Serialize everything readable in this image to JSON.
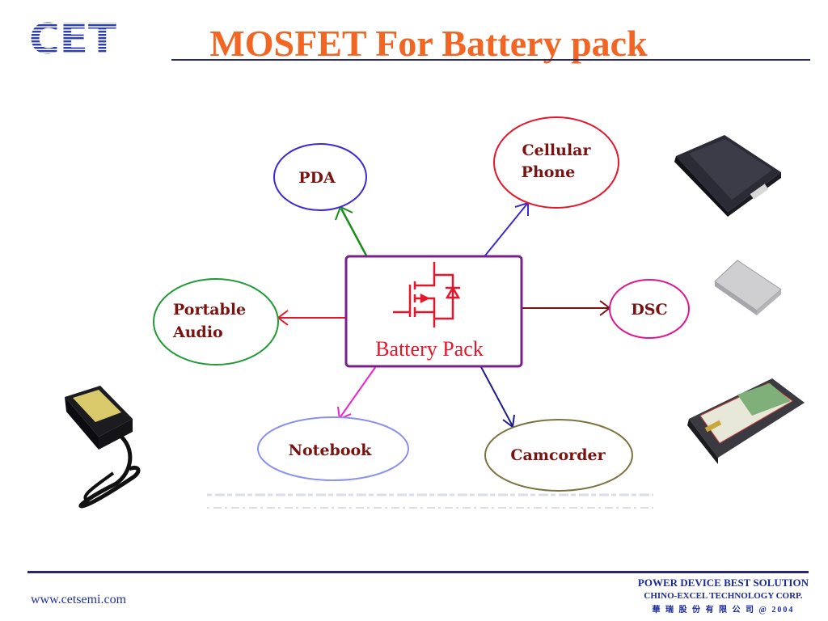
{
  "header": {
    "logo_text": "CET",
    "title": "MOSFET For Battery pack"
  },
  "diagram": {
    "center_label": "Battery Pack",
    "nodes": {
      "pda": "PDA",
      "cellular_line1": "Cellular",
      "cellular_line2": "Phone",
      "portable_line1": "Portable",
      "portable_line2": "Audio",
      "dsc": "DSC",
      "notebook": "Notebook",
      "camcorder": "Camcorder"
    },
    "colors": {
      "pda": "#3b2bd6",
      "cellular": "#e8152a",
      "portable": "#1f9a35",
      "dsc": "#e0168f",
      "notebook": "#8a90f0",
      "camcorder": "#7a7440",
      "center_border": "#7b1f8c"
    },
    "images": [
      "laptop-battery-image",
      "camera-battery-image",
      "phone-battery-image",
      "power-adapter-image"
    ]
  },
  "footer": {
    "url": "www.cetsemi.com",
    "tagline": "POWER DEVICE BEST SOLUTION",
    "company": "CHINO-EXCEL TECHNOLOGY CORP.",
    "company_cn": "華 瑞 股 份 有 限 公 司 @ 2004"
  }
}
